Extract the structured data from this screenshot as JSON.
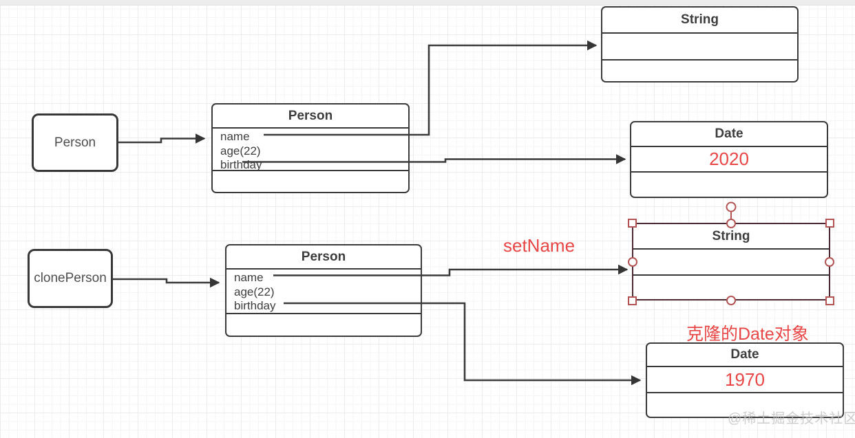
{
  "colors": {
    "box_border": "#3a3a3a",
    "red": "#e84545",
    "selection_border": "#4d2a33",
    "handle_red": "#b25252",
    "watermark_gray": "#bdbdbd"
  },
  "ref_nodes": {
    "person": {
      "label": "Person"
    },
    "clone_person": {
      "label": "clonePerson"
    }
  },
  "class_nodes": {
    "person_top": {
      "title": "Person",
      "fields": [
        "name",
        "age(22)",
        "birthday"
      ]
    },
    "person_bottom": {
      "title": "Person",
      "fields": [
        "name",
        "age(22)",
        "birthday"
      ]
    },
    "string_top": {
      "title": "String"
    },
    "string_selected": {
      "title": "String"
    },
    "date_top": {
      "title": "Date",
      "value": "2020"
    },
    "date_bottom": {
      "title": "Date",
      "value": "1970"
    }
  },
  "annotations": {
    "set_name_label": "setName",
    "cloned_date_label": "克隆的Date对象",
    "watermark": "@稀土掘金技术社区"
  }
}
